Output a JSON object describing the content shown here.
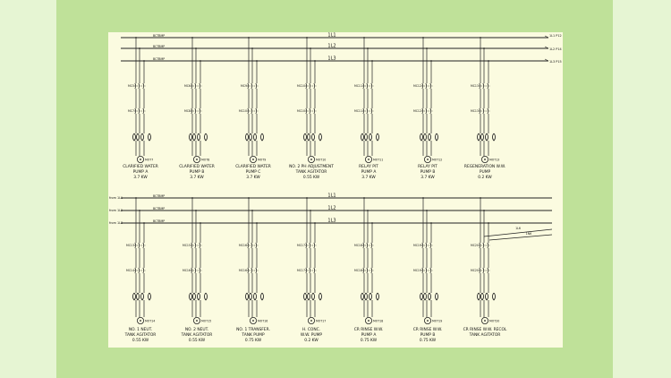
{
  "diagram": {
    "top_panel": {
      "bus_labels": [
        "1L1",
        "1L2",
        "1L3"
      ],
      "bus_side_labels": [
        "1L1 P12",
        "1L2 P14",
        "1L3 P15"
      ],
      "breaker_labels": [
        "BCTBMP",
        "BCTBMP",
        "BCTBMP"
      ],
      "branches": [
        {
          "upper": "MC5",
          "lower": "MC7",
          "motor": "MOT7",
          "name": "CLARIFIED WATER",
          "sub": "PUMP A",
          "power": "3.7 KW"
        },
        {
          "upper": "MC6",
          "lower": "MC8",
          "motor": "MOT8",
          "name": "CLARIFIED WATER",
          "sub": "PUMP B",
          "power": "3.7 KW"
        },
        {
          "upper": "MC9",
          "lower": "MC10",
          "motor": "MOT9",
          "name": "CLARIFIED WATER",
          "sub": "PUMP C",
          "power": "3.7 KW"
        },
        {
          "upper": "MC10",
          "lower": "MC10",
          "motor": "MOT10",
          "name": "NO. 2 PH ADJUSTMENT",
          "sub": "TANK AGITATOR",
          "power": "0.55 KW"
        },
        {
          "upper": "MC11",
          "lower": "MC11",
          "motor": "MOT11",
          "name": "RELAY PIT",
          "sub": "PUMP A",
          "power": "3.7 KW"
        },
        {
          "upper": "MC12",
          "lower": "MC12",
          "motor": "MOT12",
          "name": "RELAY PIT",
          "sub": "PUMP B",
          "power": "3.7 KW"
        },
        {
          "upper": "MC13",
          "lower": "MC13",
          "motor": "MOT13",
          "name": "REGENERATION W.W.",
          "sub": "PUMP",
          "power": "0.2 KW"
        }
      ]
    },
    "bottom_panel": {
      "bus_labels": [
        "1L1",
        "1L2",
        "1L3"
      ],
      "bus_side_labels": [
        "from 1L1",
        "from 1L2",
        "from 1L3"
      ],
      "breaker_labels": [
        "BCTBMP",
        "BCTBMP",
        "BCTBMP"
      ],
      "branch_labels": [
        "1L6",
        "1N6"
      ],
      "branches": [
        {
          "upper": "MC13",
          "lower": "MC14",
          "motor": "MOT14",
          "name": "NO. 1 NEUT.",
          "sub": "TANK AGITATOR",
          "power": "0.55 KW"
        },
        {
          "upper": "MC15",
          "lower": "MC16",
          "motor": "MOT15",
          "name": "NO. 2 NEUT.",
          "sub": "TANK AGITATOR",
          "power": "0.55 KW"
        },
        {
          "upper": "MC16",
          "lower": "MC16",
          "motor": "MOT16",
          "name": "NO. 1 TRANSFER.",
          "sub": "TANK PUMP",
          "power": "0.75 KW"
        },
        {
          "upper": "MC17",
          "lower": "MC17",
          "motor": "MOT17",
          "name": "H. CONC.",
          "sub": "W.W. PUMP",
          "power": "0.2 KW"
        },
        {
          "upper": "MC18",
          "lower": "MC18",
          "motor": "MOT18",
          "name": "CR RINSE W.W.",
          "sub": "PUMP A",
          "power": "0.75 KW"
        },
        {
          "upper": "MC19",
          "lower": "MC19",
          "motor": "MOT19",
          "name": "CR RINSE W.W.",
          "sub": "PUMP B",
          "power": "0.75 KW"
        },
        {
          "upper": "MC20",
          "lower": "MC20",
          "motor": "MOT20",
          "name": "CR RINSE W.W. RECOL",
          "sub": "TANK AGITATOR",
          "power": ""
        }
      ]
    }
  }
}
